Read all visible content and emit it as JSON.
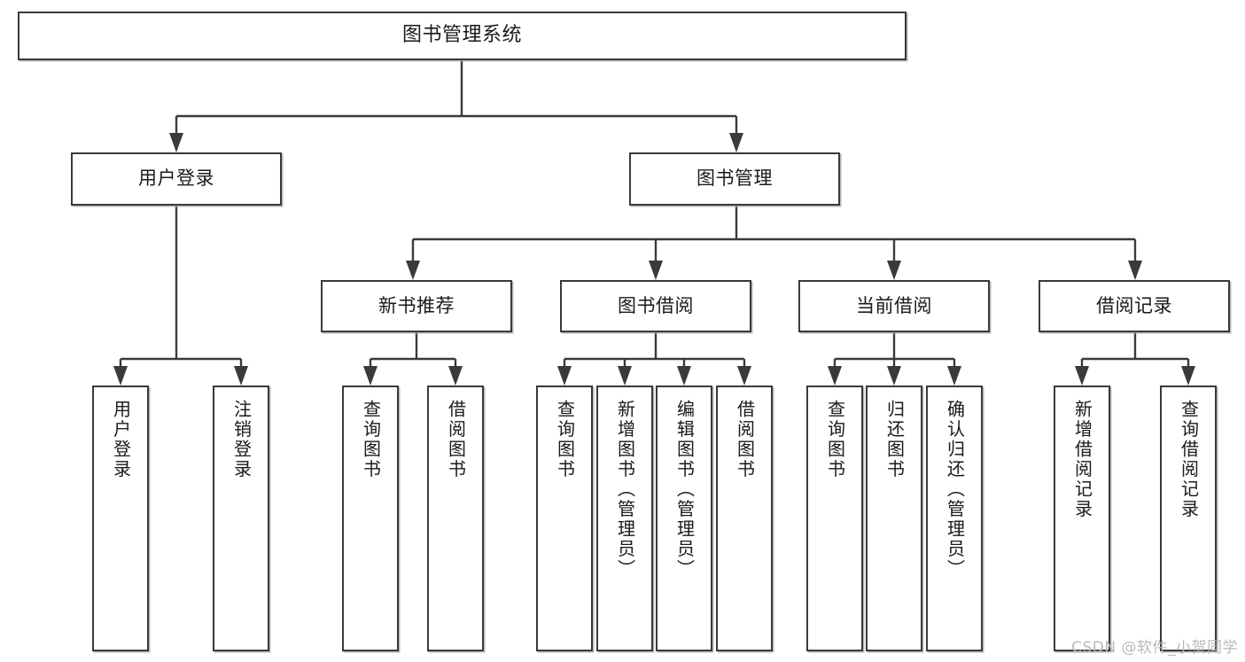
{
  "diagram": {
    "title": "图书管理系统",
    "type": "hierarchy-tree",
    "root": {
      "label": "图书管理系统"
    },
    "level2": [
      {
        "label": "用户登录"
      },
      {
        "label": "图书管理"
      }
    ],
    "level3": [
      {
        "label": "新书推荐"
      },
      {
        "label": "图书借阅"
      },
      {
        "label": "当前借阅"
      },
      {
        "label": "借阅记录"
      }
    ],
    "leaves": {
      "user_login": [
        {
          "label": "用户登录"
        },
        {
          "label": "注销登录"
        }
      ],
      "new_book_recommend": [
        {
          "label": "查询图书"
        },
        {
          "label": "借阅图书"
        }
      ],
      "book_borrow": [
        {
          "label": "查询图书"
        },
        {
          "label": "新增图书（管理员）"
        },
        {
          "label": "编辑图书（管理员）"
        },
        {
          "label": "借阅图书"
        }
      ],
      "current_borrow": [
        {
          "label": "查询图书"
        },
        {
          "label": "归还图书"
        },
        {
          "label": "确认归还（管理员）"
        }
      ],
      "borrow_record": [
        {
          "label": "新增借阅记录"
        },
        {
          "label": "查询借阅记录"
        }
      ]
    }
  },
  "watermark": {
    "text": "CSDN @软件_小贺同学"
  },
  "colors": {
    "stroke": "#3a3a3a",
    "fill": "#ffffff",
    "text": "#1a1a1a",
    "watermark": "#b9b9b9"
  }
}
